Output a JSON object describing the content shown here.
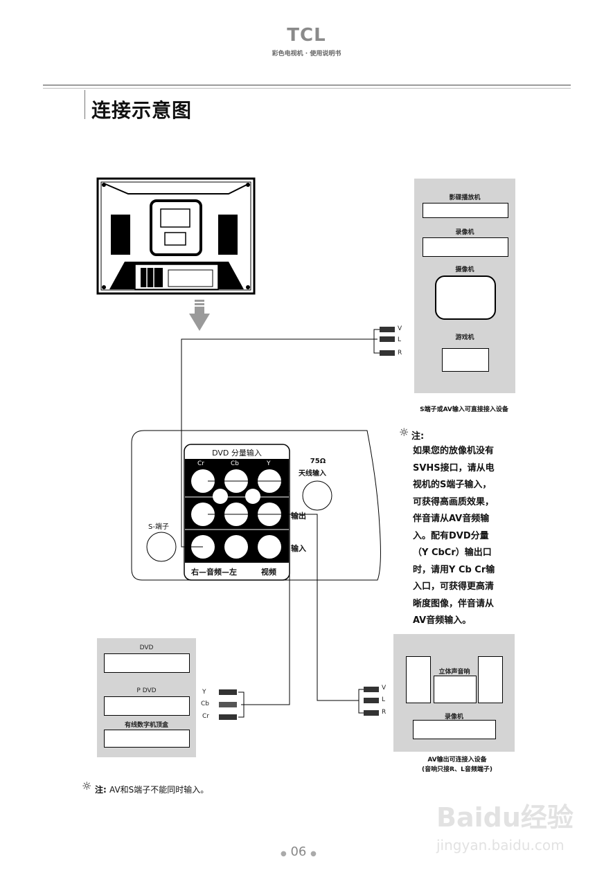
{
  "header": {
    "brand": "TCL",
    "subtitle": "彩色电视机 · 使用说明书"
  },
  "page_title": "连接示意图",
  "right_device_panel": {
    "devices": [
      {
        "label": "影碟播放机"
      },
      {
        "label": "录像机"
      },
      {
        "label": "摄像机"
      },
      {
        "label": "游戏机"
      }
    ],
    "caption": "S端子或AV输入可直接接入设备",
    "plugs": [
      "V",
      "L",
      "R"
    ]
  },
  "note_right": {
    "heading": "注:",
    "lines": [
      "如果您的放像机没有",
      "SVHS接口，请从电",
      "视机的S端子输入，",
      "可获得高画质效果，",
      "伴音请从AV音频输",
      "入。配有DVD分量",
      "（Y CbCr）输出口",
      "时，请用Y Cb Cr输",
      "入口，可获得更高清",
      "晰度图像，伴音请从",
      "AV音频输入。"
    ]
  },
  "tv_panel": {
    "dvd_header": "DVD 分量输入",
    "col_labels": [
      "Cr",
      "Cb",
      "Y"
    ],
    "row_output": "输出",
    "row_input": "输入",
    "bottom_left": "右—音频—左",
    "bottom_right": "视频",
    "s_terminal": "S-端子",
    "antenna_line1": "75Ω",
    "antenna_line2": "天线输入"
  },
  "left_device_panel": {
    "devices": [
      {
        "label": "DVD"
      },
      {
        "label": "P DVD"
      },
      {
        "label": "有线数字机顶盒"
      }
    ],
    "plugs": [
      "Y",
      "Cb",
      "Cr"
    ]
  },
  "bottom_right_panel": {
    "devices": [
      {
        "label": "立体声音响"
      },
      {
        "label": "录像机"
      }
    ],
    "plugs": [
      "V",
      "L",
      "R"
    ],
    "caption_line1": "AV输出可连接入设备",
    "caption_line2": "(音响只接R、L音频端子)"
  },
  "bottom_note": {
    "heading": "注:",
    "text": "AV和S端子不能同时输入。"
  },
  "page_number": "06",
  "watermark": {
    "brand": "Baidu经验",
    "url": "jingyan.baidu.com"
  }
}
